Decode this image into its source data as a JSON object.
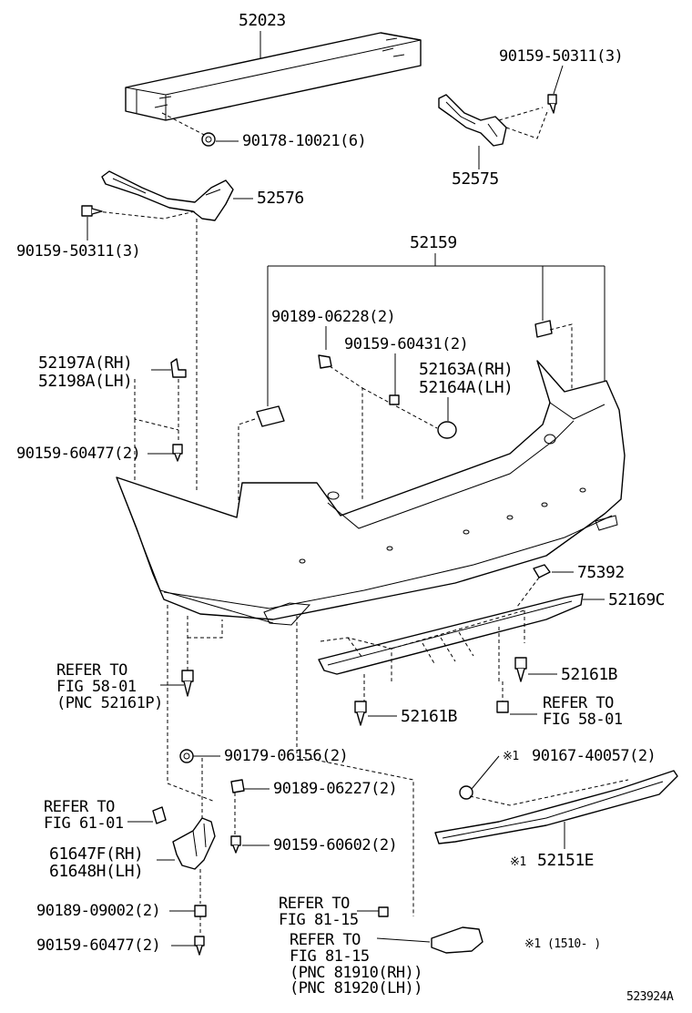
{
  "labels": {
    "p52023": "52023",
    "p90178": "90178-10021(6)",
    "p90159_50311_r": "90159-50311(3)",
    "p52575": "52575",
    "p52576": "52576",
    "p90159_50311_l": "90159-50311(3)",
    "p52159": "52159",
    "p90189_06228": "90189-06228(2)",
    "p90159_60431": "90159-60431(2)",
    "p52197a": "52197A(RH)",
    "p52198a": "52198A(LH)",
    "p52163a": "52163A(RH)",
    "p52164a": "52164A(LH)",
    "p90159_60477_a": "90159-60477(2)",
    "p75392": "75392",
    "p52169c": "52169C",
    "refer_to_1": "REFER TO",
    "fig_58_01_a": "FIG 58-01",
    "pnc_52161p": "(PNC 52161P)",
    "p52161b_r": "52161B",
    "p52161b_c": "52161B",
    "refer_to_2": "REFER TO",
    "fig_58_01_b": "FIG 58-01",
    "p90179": "90179-06156(2)",
    "p90189_06227": "90189-06227(2)",
    "refer_to_3": "REFER TO",
    "fig_61_01": "FIG 61-01",
    "p90159_60602": "90159-60602(2)",
    "p61647f": "61647F(RH)",
    "p61648h": "61648H(LH)",
    "p90189_09002": "90189-09002(2)",
    "p90159_60477_b": "90159-60477(2)",
    "refer_to_4": "REFER TO",
    "fig_81_15_a": "FIG 81-15",
    "refer_to_5": "REFER TO",
    "fig_81_15_b": "FIG 81-15",
    "pnc_81910": "(PNC 81910(RH))",
    "pnc_81920": "(PNC 81920(LH))",
    "mark_1": "※1",
    "p90167": "90167-40057(2)",
    "mark_2": "※1",
    "p52151e": "52151E",
    "note": "※1 (1510-    )",
    "diagram_id": "523924A"
  }
}
